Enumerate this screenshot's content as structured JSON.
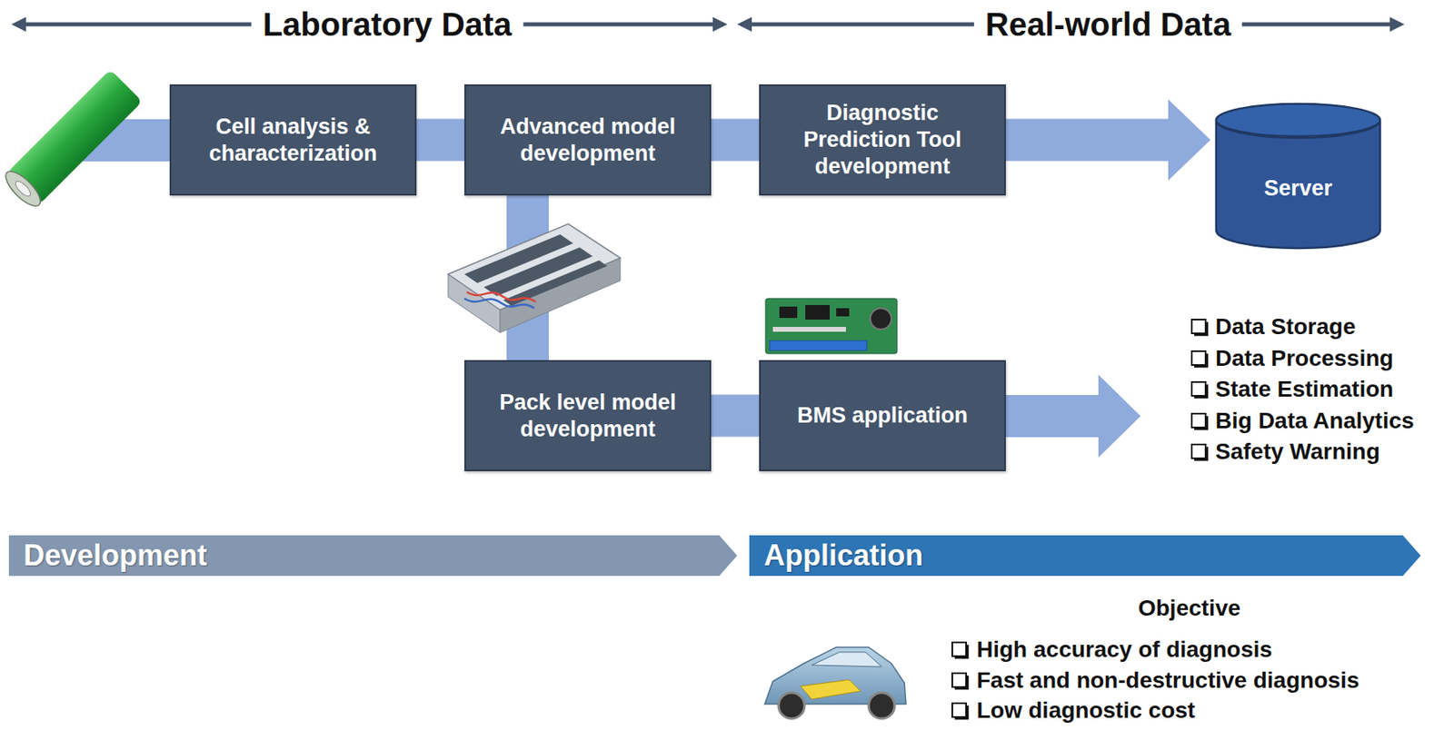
{
  "diagram": {
    "nodes": [
      {
        "text": [
          "Cell analysis & characterization"
        ]
      },
      {
        "text": [
          "Advanced model development"
        ]
      },
      {
        "text": [
          "Diagnostic Prediction Tool development"
        ]
      },
      {
        "text": [
          "Server"
        ]
      },
      {
        "text": [
          "Pack level model development"
        ]
      },
      {
        "text": [
          "BMS application"
        ]
      },
      {
        "text": [
          "Development"
        ]
      },
      {
        "text": [
          "Application"
        ]
      }
    ],
    "edges": [
      {
        "from": 0,
        "to": 1,
        "arrow": "none"
      },
      {
        "from": 1,
        "to": 2,
        "arrow": "none"
      },
      {
        "from": 2,
        "to": 3,
        "arrow": "to"
      },
      {
        "from": 1,
        "to": 4,
        "arrow": "none"
      },
      {
        "from": 4,
        "to": 5,
        "arrow": "none"
      }
    ],
    "labels": [
      "Laboratory Data",
      "Real-world Data",
      "Data Storage",
      "Data Processing",
      "State Estimation",
      "Big Data Analytics",
      "Safety Warning",
      "Objective",
      "High accuracy of diagnosis",
      "Fast and non-destructive diagnosis",
      "Low diagnostic cost"
    ]
  }
}
